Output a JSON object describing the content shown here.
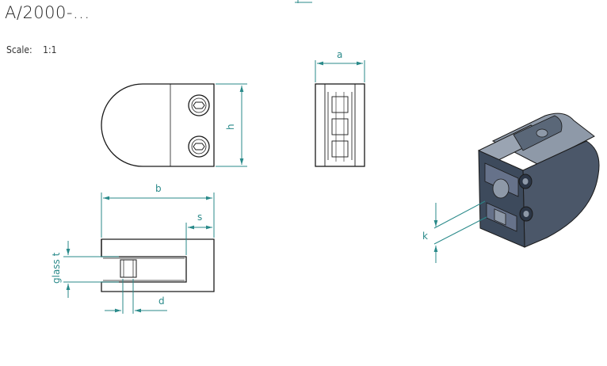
{
  "drawing": {
    "title": "A/2000-...",
    "scale_label": "Scale:",
    "scale_value": "1:1"
  },
  "dimensions": {
    "a": "a",
    "b": "b",
    "h": "h",
    "s": "s",
    "d": "d",
    "k": "k",
    "glass_t": "glass t"
  },
  "colors": {
    "line": "#1a1a1a",
    "dimension": "#2a8a8a",
    "iso_dark": "#3d4a5c",
    "iso_mid": "#5a6778",
    "iso_light": "#8e99a8"
  }
}
